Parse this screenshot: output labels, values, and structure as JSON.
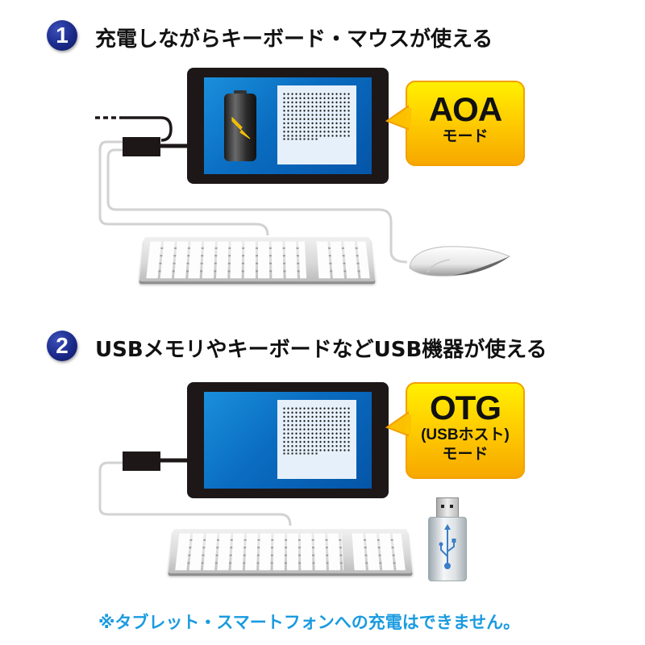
{
  "section1": {
    "number": "1",
    "title": "充電しながらキーボード・マウスが使える",
    "mode_badge": {
      "title": "AOA",
      "subtitle": "モード"
    },
    "devices": [
      "tablet",
      "battery-charging",
      "usb-adapter",
      "keyboard",
      "mouse"
    ]
  },
  "section2": {
    "number": "2",
    "title": "USBメモリやキーボードなどUSB機器が使える",
    "mode_badge": {
      "title": "OTG",
      "subtitle": "(USBホスト)",
      "subtitle2": "モード"
    },
    "devices": [
      "tablet",
      "usb-adapter",
      "keyboard",
      "usb-flash-drive"
    ]
  },
  "footnote": "※タブレット・スマートフォンへの充電はできません。",
  "colors": {
    "badge_blue": "#1b2a8a",
    "screen_blue": "#0a6cc0",
    "bubble_yellow": "#ffd200",
    "bubble_orange": "#f7a800",
    "note_blue": "#1a9be0",
    "tablet_frame": "#1d1718"
  }
}
